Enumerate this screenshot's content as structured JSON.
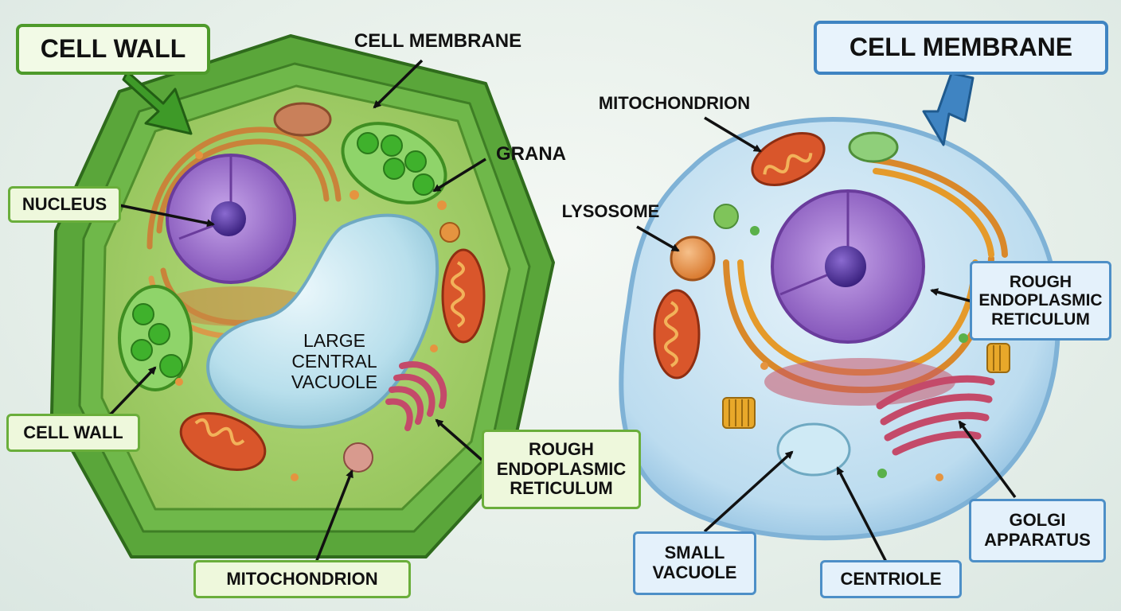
{
  "plant": {
    "title": "CELL WALL",
    "labels": {
      "cell_membrane": "CELL MEMBRANE",
      "grana": "GRANA",
      "nucleus": "NUCLEUS",
      "vacuole": "LARGE\nCENTRAL\nVACUOLE",
      "cell_wall": "CELL WALL",
      "rough_er": "ROUGH\nENDOPLASMIC\nRETICULUM",
      "mitochondrion": "MITOCHONDRION"
    }
  },
  "animal": {
    "title": "CELL MEMBRANE",
    "labels": {
      "mitochondrion": "MITOCHONDRION",
      "lysosome": "LYSOSOME",
      "rough_er": "ROUGH\nENDOPLASMIC\nRETICULUM",
      "golgi": "GOLGI\nAPPARATUS",
      "small_vacuole": "SMALL\nVACUOLE",
      "centriole": "CENTRIOLE"
    }
  },
  "colors": {
    "plant_wall": "#5aa63a",
    "plant_wall_dark": "#3e7e25",
    "plant_cytoplasm": "#a9cf6e",
    "chloroplast": "#4cbf3a",
    "nucleus": "#9b6cc9",
    "nucleolus": "#5a3a9a",
    "vacuole": "#bfe3ef",
    "mitochondrion": "#d9562b",
    "golgi": "#c44a6a",
    "rough_er": "#e0a23a",
    "animal_membrane": "#9cc9e6",
    "animal_cytoplasm": "#cfe6f3",
    "plant_accent": "#4e9a2b",
    "animal_accent": "#3f84c2"
  }
}
